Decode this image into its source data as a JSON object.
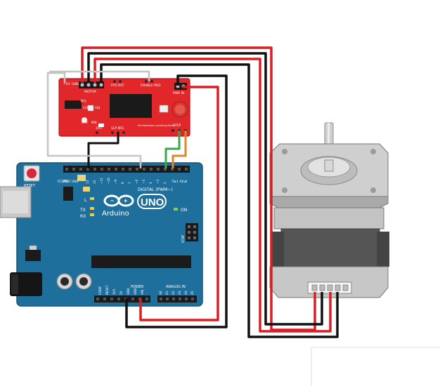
{
  "easydriver": {
    "board_title": "EasyDriver",
    "label_5v": "+5V",
    "label_gnd": "GND",
    "label_motor": "MOTOR",
    "label_pfd_rst": "PFD RST",
    "label_enable_ms2": "ENABLE MS2",
    "label_pwr_in": "PWR IN",
    "label_tp1": "TP1",
    "label_cur": "CUR",
    "label_adj": "ADJ",
    "label_max": "MAX",
    "label_min": "MIN",
    "label_step": "STEP",
    "label_3v_5v": "3/5V",
    "label_slp_ms1": "SLP MS1",
    "label_brand": "SchmalzHaus.com/EasyDriver"
  },
  "arduino": {
    "brand": "Arduino",
    "model": "UNO",
    "label_reset": "RESET",
    "label_icsp2": "ICSP2",
    "label_icsp": "ICSP",
    "label_digital": "DIGITAL (PWM~)",
    "label_power": "POWER",
    "label_analog_in": "ANALOG IN",
    "label_l": "L",
    "label_tx": "TX",
    "label_rx": "RX",
    "label_on": "ON",
    "label_aref": "AREF",
    "label_gnd": "GND",
    "label_txo": "TX▸1",
    "label_rxi": "RX◂0",
    "power_pins": [
      "IOREF",
      "RESET",
      "3V3",
      "5V",
      "GND",
      "GND",
      "VIN"
    ],
    "analog_pins": [
      "A0",
      "A1",
      "A2",
      "A3",
      "A4",
      "A5"
    ],
    "digital_pins": [
      "13",
      "12",
      "~11",
      "~10",
      "~9",
      "8",
      "7",
      "~6",
      "~5",
      "4",
      "~3",
      "2"
    ]
  },
  "colors": {
    "board_blue": "#1f6f9c",
    "driver_red": "#e2272b",
    "wire_red": "#d91f26",
    "wire_black": "#111111",
    "wire_green": "#3aa84a",
    "wire_orange": "#e0852a",
    "motor_gray": "#b8b8b8"
  }
}
